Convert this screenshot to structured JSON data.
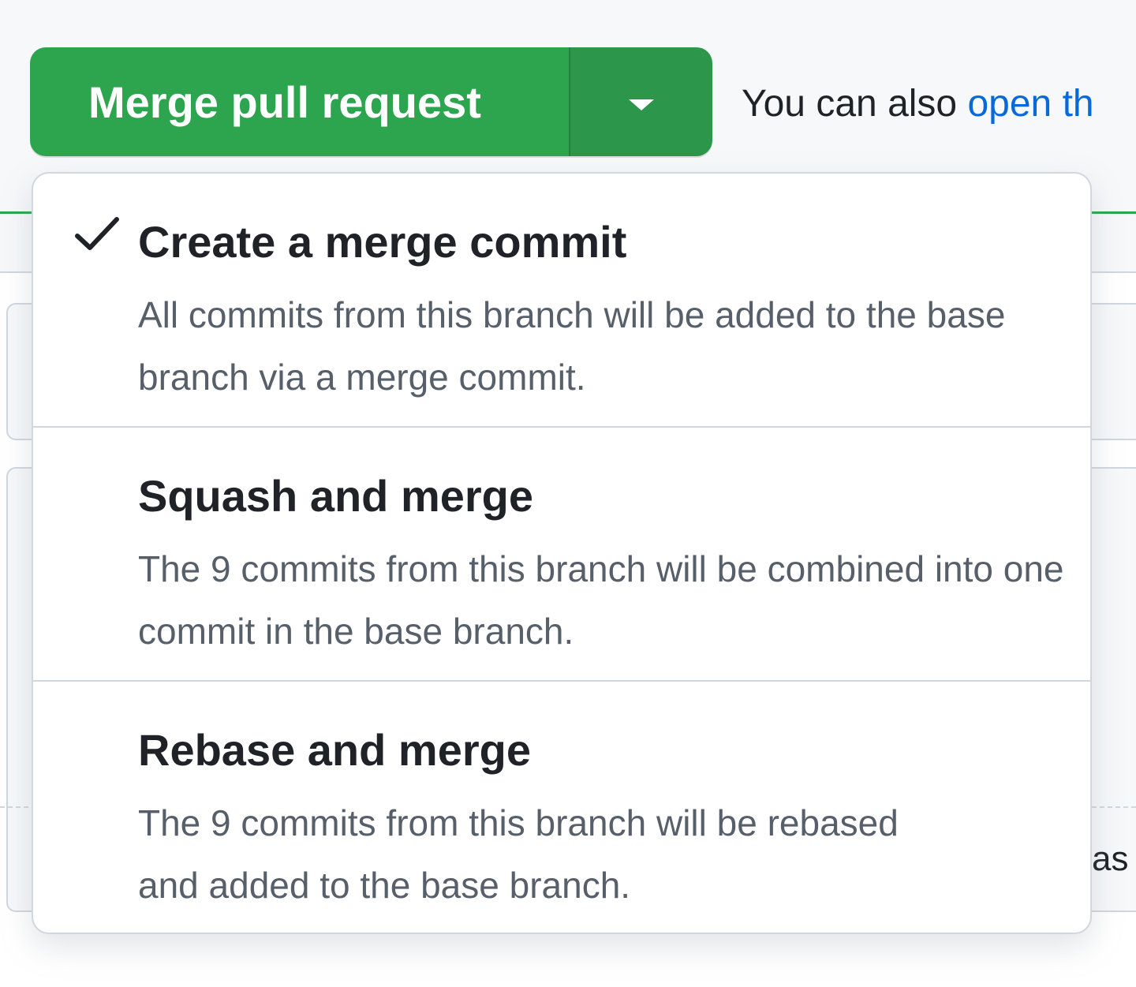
{
  "merge_button": {
    "label": "Merge pull request",
    "dropdown_icon": "triangle-down-icon",
    "color": "#2da44e"
  },
  "helper": {
    "prefix": "You can also ",
    "link": "open th"
  },
  "background": {
    "right_fragment": "as"
  },
  "menu": {
    "items": [
      {
        "title": "Create a merge commit",
        "description": "All commits from this branch will be added to the base branch via a merge commit.",
        "selected": true,
        "icon": "check-icon"
      },
      {
        "title": "Squash and merge",
        "description": "The 9 commits from this branch will be combined into one commit in the base branch.",
        "selected": false
      },
      {
        "title": "Rebase and merge",
        "description": "The 9 commits from this branch will be rebased and added to the base branch.",
        "selected": false
      }
    ]
  }
}
